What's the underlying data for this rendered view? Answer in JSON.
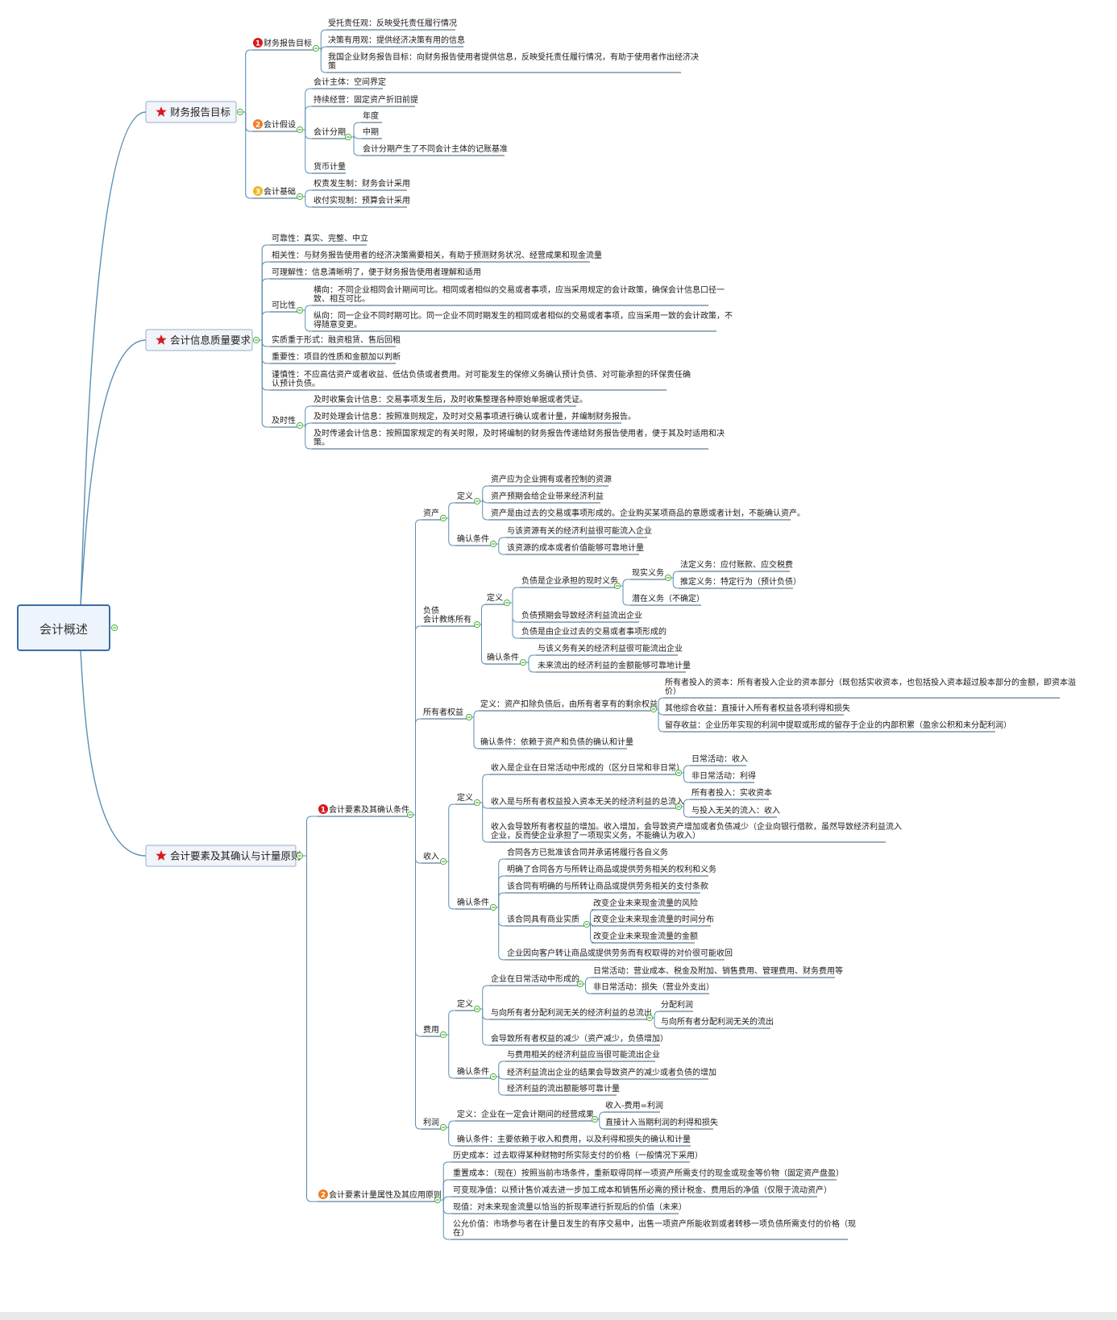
{
  "root": "会计概述",
  "colors": {
    "line": "#5b8fb4",
    "underline": "#365e78",
    "star": "#d7191f",
    "collapse": "#4bac3c",
    "badge_1": "#d7191f",
    "badge_2": "#ef7d22",
    "badge_3": "#f4b31c"
  },
  "branches": [
    {
      "title": "财务报告目标",
      "children": [
        {
          "badge": "1",
          "label": "财务报告目标",
          "children": [
            {
              "label": "受托责任观：反映受托责任履行情况"
            },
            {
              "label": "决策有用观：提供经济决策有用的信息"
            },
            {
              "label": "我国企业财务报告目标：向财务报告使用者提供信息，反映受托责任履行情况，有助于使用者作出经济决",
              "label2": "策"
            }
          ]
        },
        {
          "badge": "2",
          "label": "会计假设",
          "children": [
            {
              "label": "会计主体：空间界定"
            },
            {
              "label": "持续经营：固定资产折旧前提"
            },
            {
              "label": "会计分期",
              "children": [
                {
                  "label": "年度"
                },
                {
                  "label": "中期"
                },
                {
                  "label": "会计分期产生了不同会计主体的记账基准"
                }
              ]
            },
            {
              "label": "货币计量"
            }
          ]
        },
        {
          "badge": "3",
          "label": "会计基础",
          "children": [
            {
              "label": "权责发生制：财务会计采用"
            },
            {
              "label": "收付实现制：预算会计采用"
            }
          ]
        }
      ]
    },
    {
      "title": "会计信息质量要求",
      "children": [
        {
          "label": "可靠性：真实、完整、中立"
        },
        {
          "label": "相关性：与财务报告使用者的经济决策需要相关，有助于预测财务状况、经营成果和现金流量"
        },
        {
          "label": "可理解性：信息清晰明了，便于财务报告使用者理解和适用"
        },
        {
          "label": "可比性",
          "children": [
            {
              "label": "横向：不同企业相同会计期间可比。相同或者相似的交易或者事项，应当采用规定的会计政策，确保会计信息口径一",
              "label2": "致、相互可比。"
            },
            {
              "label": "纵向：同一企业不同时期可比。同一企业不同时期发生的相同或者相似的交易或者事项，应当采用一致的会计政策，不",
              "label2": "得随意变更。"
            }
          ]
        },
        {
          "label": "实质重于形式：融资租赁、售后回租"
        },
        {
          "label": "重要性：项目的性质和金额加以判断"
        },
        {
          "label": "谨慎性：不应高估资产或者收益、低估负债或者费用。对可能发生的保修义务确认预计负债、对可能承担的环保责任确",
          "label2": "认预计负债。"
        },
        {
          "label": "及时性",
          "children": [
            {
              "label": "及时收集会计信息：交易事项发生后，及时收集整理各种原始单据或者凭证。"
            },
            {
              "label": "及时处理会计信息：按照准则规定，及时对交易事项进行确认或者计量，并编制财务报告。"
            },
            {
              "label": "及时传递会计信息：按照国家规定的有关时限，及时将编制的财务报告传递给财务报告使用者，便于其及时适用和决",
              "label2": "策。"
            }
          ]
        }
      ]
    },
    {
      "title": "会计要素及其确认与计量原则",
      "children": [
        {
          "badge": "1",
          "label": "会计要素及其确认条件",
          "children": [
            {
              "label": "资产",
              "children": [
                {
                  "label": "定义",
                  "children": [
                    {
                      "label": "资产应为企业拥有或者控制的资源"
                    },
                    {
                      "label": "资产预期会给企业带来经济利益"
                    },
                    {
                      "label": "资产是由过去的交易或事项形成的。企业购买某项商品的意愿或者计划，不能确认资产。"
                    }
                  ]
                },
                {
                  "label": "确认条件",
                  "children": [
                    {
                      "label": "与该资源有关的经济利益很可能流入企业"
                    },
                    {
                      "label": "该资源的成本或者价值能够可靠地计量"
                    }
                  ]
                }
              ]
            },
            {
              "label": "负债",
              "label2": "会计教练所有",
              "children": [
                {
                  "label": "定义",
                  "children": [
                    {
                      "label": "负债是企业承担的现时义务",
                      "children": [
                        {
                          "label": "现实义务",
                          "children": [
                            {
                              "label": "法定义务：应付账款、应交税费"
                            },
                            {
                              "label": "推定义务：特定行为（预计负债）"
                            }
                          ]
                        },
                        {
                          "label": "潜在义务（不确定）"
                        }
                      ]
                    },
                    {
                      "label": "负债预期会导致经济利益流出企业"
                    },
                    {
                      "label": "负债是由企业过去的交易或者事项形成的"
                    }
                  ]
                },
                {
                  "label": "确认条件",
                  "children": [
                    {
                      "label": "与该义务有关的经济利益很可能流出企业"
                    },
                    {
                      "label": "未来流出的经济利益的金额能够可靠地计量"
                    }
                  ]
                }
              ]
            },
            {
              "label": "所有者权益",
              "children": [
                {
                  "label": "定义：资产扣除负债后，由所有者享有的剩余权益",
                  "children": [
                    {
                      "label": "所有者投入的资本：所有者投入企业的资本部分（既包括实收资本，也包括投入资本超过股本部分的金额，即资本溢",
                      "label2": "价）"
                    },
                    {
                      "label": "其他综合收益：直接计入所有者权益各项利得和损失"
                    },
                    {
                      "label": "留存收益：企业历年实现的利润中提取或形成的留存于企业的内部积累（盈余公积和未分配利润）"
                    }
                  ]
                },
                {
                  "label": "确认条件：依赖于资产和负债的确认和计量"
                }
              ]
            },
            {
              "label": "收入",
              "children": [
                {
                  "label": "定义",
                  "children": [
                    {
                      "label": "收入是企业在日常活动中形成的（区分日常和非日常）",
                      "children": [
                        {
                          "label": "日常活动：收入"
                        },
                        {
                          "label": "非日常活动：利得"
                        }
                      ]
                    },
                    {
                      "label": "收入是与所有者权益投入资本无关的经济利益的总流入",
                      "children": [
                        {
                          "label": "所有者投入：实收资本"
                        },
                        {
                          "label": "与投入无关的流入：收入"
                        }
                      ]
                    },
                    {
                      "label": "收入会导致所有者权益的增加。收入增加，会导致资产增加或者负债减少（企业向银行借款，虽然导致经济利益流入",
                      "label2": "企业，反而使企业承担了一项现实义务，不能确认为收入）"
                    }
                  ]
                },
                {
                  "label": "确认条件",
                  "children": [
                    {
                      "label": "合同各方已批准该合同并承诺将履行各自义务"
                    },
                    {
                      "label": "明确了合同各方与所转让商品或提供劳务相关的权利和义务"
                    },
                    {
                      "label": "该合同有明确的与所转让商品或提供劳务相关的支付条款"
                    },
                    {
                      "label": "该合同具有商业实质",
                      "children": [
                        {
                          "label": "改变企业未来现金流量的风险"
                        },
                        {
                          "label": "改变企业未来现金流量的时间分布"
                        },
                        {
                          "label": "改变企业未来现金流量的金额"
                        }
                      ]
                    },
                    {
                      "label": "企业因向客户转让商品或提供劳务而有权取得的对价很可能收回"
                    }
                  ]
                }
              ]
            },
            {
              "label": "费用",
              "children": [
                {
                  "label": "定义",
                  "children": [
                    {
                      "label": "企业在日常活动中形成的",
                      "children": [
                        {
                          "label": "日常活动：营业成本、税金及附加、销售费用、管理费用、财务费用等"
                        },
                        {
                          "label": "非日常活动：损失（营业外支出）"
                        }
                      ]
                    },
                    {
                      "label": "与向所有者分配利润无关的经济利益的总流出",
                      "children": [
                        {
                          "label": "分配利润"
                        },
                        {
                          "label": "与向所有者分配利润无关的流出"
                        }
                      ]
                    },
                    {
                      "label": "会导致所有者权益的减少（资产减少，负债增加）"
                    }
                  ]
                },
                {
                  "label": "确认条件",
                  "children": [
                    {
                      "label": "与费用相关的经济利益应当很可能流出企业"
                    },
                    {
                      "label": "经济利益流出企业的结果会导致资产的减少或者负债的增加"
                    },
                    {
                      "label": "经济利益的流出额能够可靠计量"
                    }
                  ]
                }
              ]
            },
            {
              "label": "利润",
              "children": [
                {
                  "label": "定义：企业在一定会计期间的经营成果",
                  "children": [
                    {
                      "label": "收入-费用=利润"
                    },
                    {
                      "label": "直接计入当期利润的利得和损失"
                    }
                  ]
                },
                {
                  "label": "确认条件：主要依赖于收入和费用，以及利得和损失的确认和计量"
                }
              ]
            }
          ]
        },
        {
          "badge": "2",
          "label": "会计要素计量属性及其应用原则",
          "children": [
            {
              "label": "历史成本：过去取得某种财物时所实际支付的价格（一般情况下采用）"
            },
            {
              "label": "重置成本：（现在）按照当前市场条件，重新取得同样一项资产所需支付的现金或现金等价物（固定资产盘盈）"
            },
            {
              "label": "可变现净值：以预计售价减去进一步加工成本和销售所必需的预计税金、费用后的净值（仅限于流动资产）"
            },
            {
              "label": "现值：对未来现金流量以恰当的折现率进行折现后的价值（未来）"
            },
            {
              "label": "公允价值：市场参与者在计量日发生的有序交易中，出售一项资产所能收到或者转移一项负债所需支付的价格（现",
              "label2": "在）"
            }
          ]
        }
      ]
    }
  ]
}
